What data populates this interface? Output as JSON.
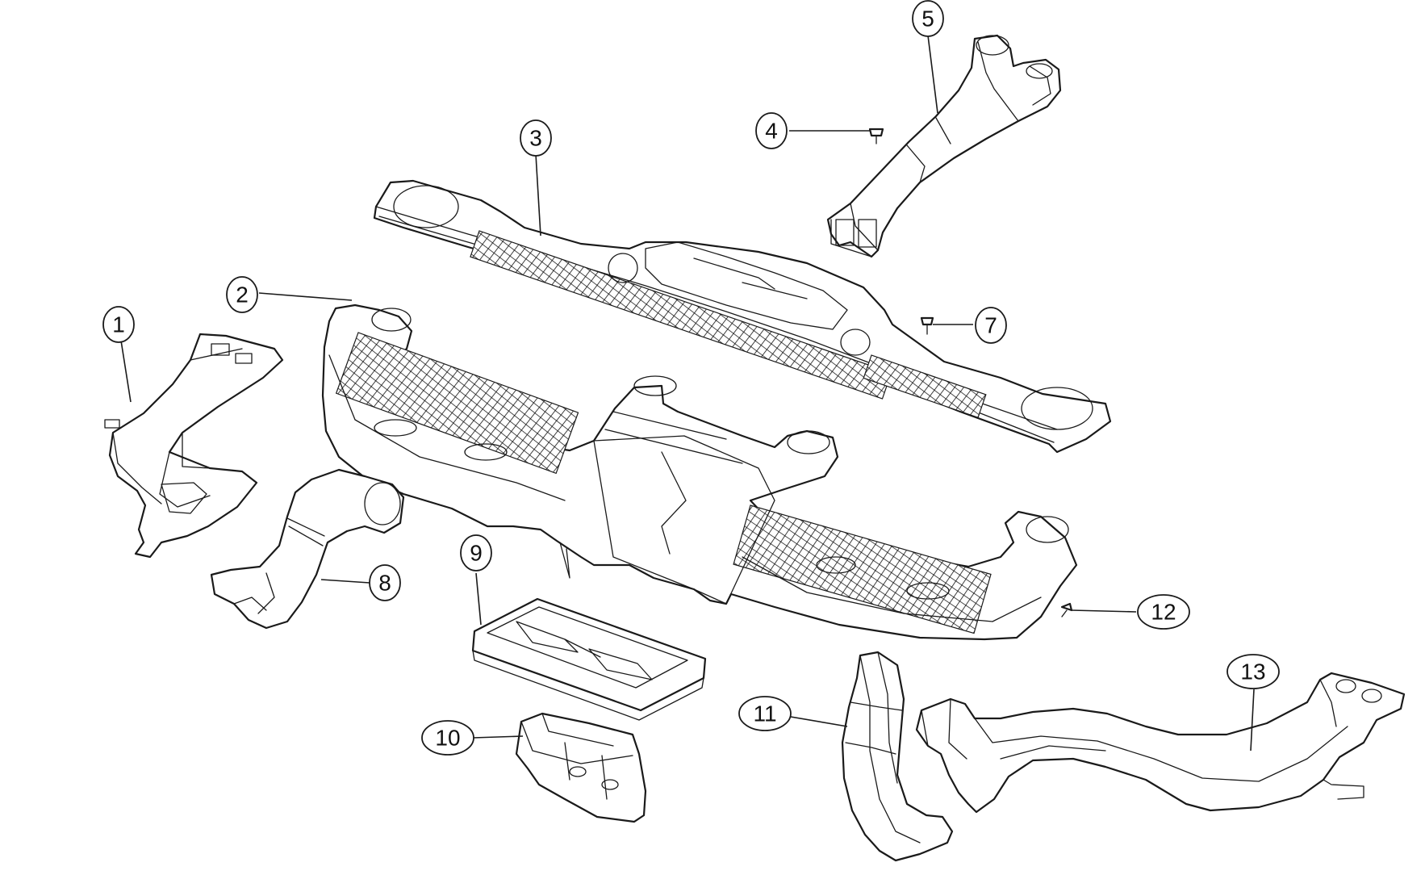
{
  "callouts": [
    {
      "id": "1",
      "label": "1"
    },
    {
      "id": "2",
      "label": "2"
    },
    {
      "id": "3",
      "label": "3"
    },
    {
      "id": "4",
      "label": "4"
    },
    {
      "id": "5",
      "label": "5"
    },
    {
      "id": "7",
      "label": "7"
    },
    {
      "id": "8",
      "label": "8"
    },
    {
      "id": "9",
      "label": "9"
    },
    {
      "id": "10",
      "label": "10"
    },
    {
      "id": "11",
      "label": "11"
    },
    {
      "id": "12",
      "label": "12"
    },
    {
      "id": "13",
      "label": "13"
    }
  ],
  "colors": {
    "line": "#1a1a1a",
    "background": "#ffffff"
  }
}
